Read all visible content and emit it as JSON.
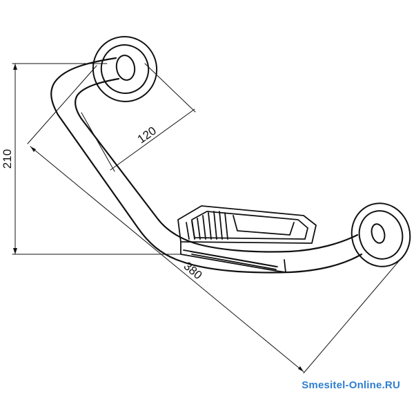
{
  "dimensions": {
    "height_label": "210",
    "depth_label": "120",
    "length_label": "380"
  },
  "watermark": "Smesitel-Online.RU",
  "colors": {
    "line": "#111111",
    "watermark": "#2f7fd0",
    "background": "#ffffff"
  }
}
